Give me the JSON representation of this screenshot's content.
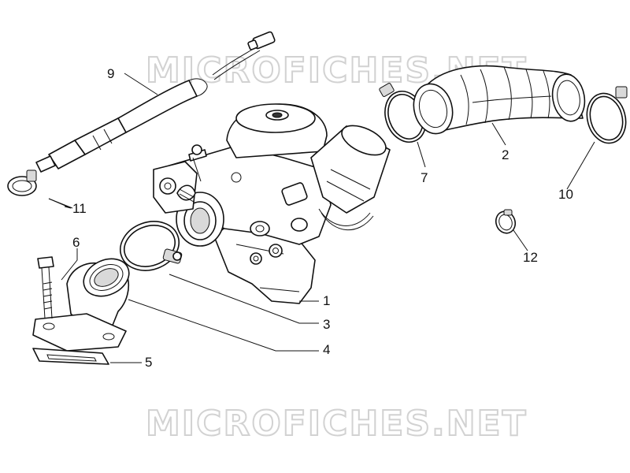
{
  "watermarks": [
    "MICROFICHES.NET",
    "MICROFICHES.NET"
  ],
  "callouts": [
    "1",
    "2",
    "3",
    "4",
    "5",
    "6",
    "7",
    "9",
    "10",
    "11",
    "12"
  ]
}
